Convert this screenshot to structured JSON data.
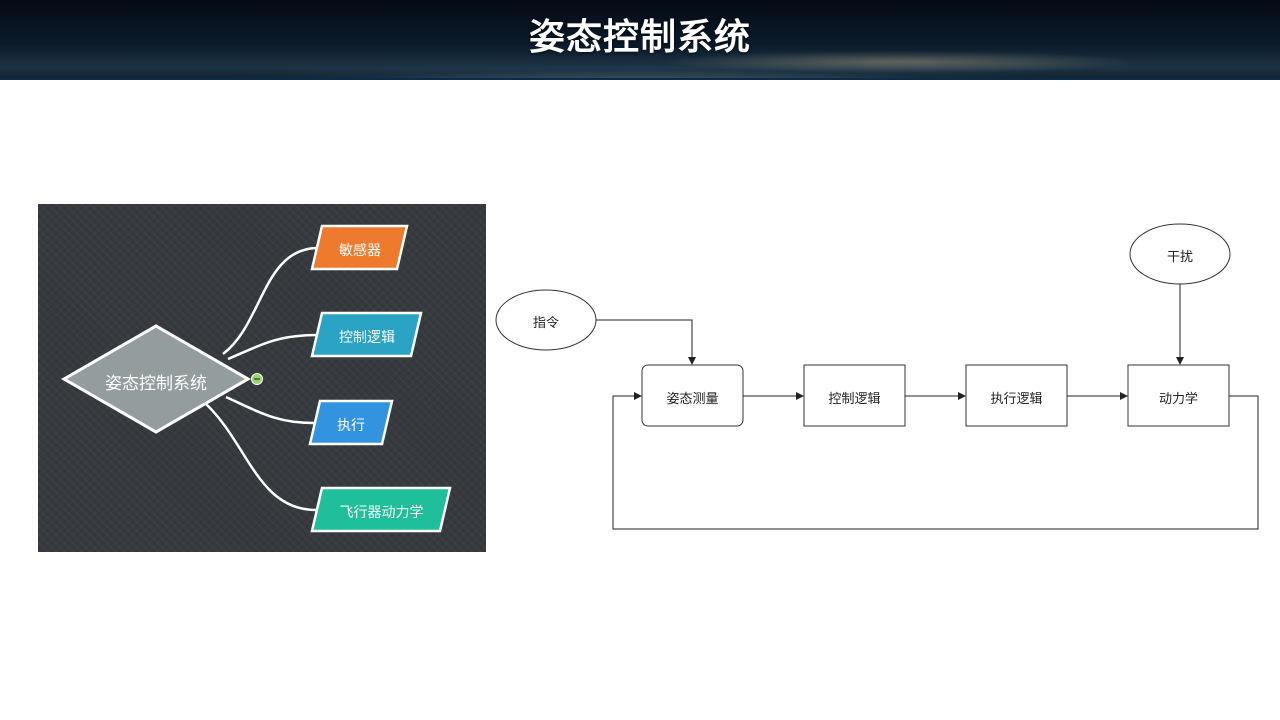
{
  "header": {
    "title": "姿态控制系统"
  },
  "mindmap": {
    "root": "姿态控制系统",
    "branches": [
      {
        "label": "敏感器",
        "color": "#ee7a2e"
      },
      {
        "label": "控制逻辑",
        "color": "#2aa3c5"
      },
      {
        "label": "执行",
        "color": "#3294e0"
      },
      {
        "label": "飞行器动力学",
        "color": "#1fbf9c"
      }
    ],
    "collapse_color": "#9ad36a"
  },
  "flow": {
    "inputs": {
      "command": "指令",
      "disturbance": "干扰"
    },
    "blocks": [
      "姿态测量",
      "控制逻辑",
      "执行逻辑",
      "动力学"
    ]
  }
}
